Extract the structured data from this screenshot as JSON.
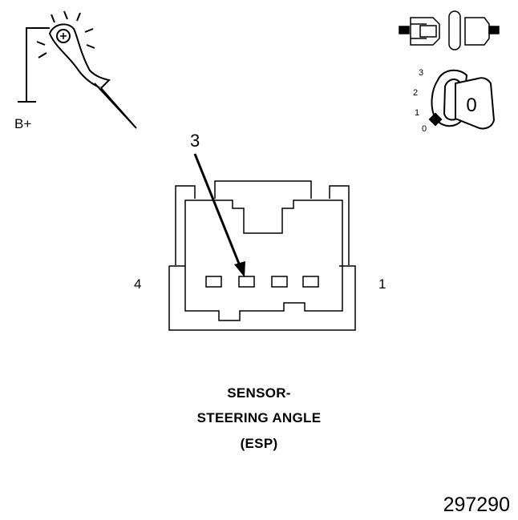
{
  "probe": {
    "supply_label": "B+",
    "icon": "test-light-probe-icon"
  },
  "ignition": {
    "connector_icon": "disconnected-connector-icon",
    "key_icon": "ignition-key-icon",
    "key_label": "0",
    "positions": [
      "3",
      "2",
      "1",
      "0"
    ]
  },
  "connector": {
    "pin_callout": "3",
    "left_pin_label": "4",
    "right_pin_label": "1",
    "cavity_count": 4
  },
  "caption": {
    "line1": "SENSOR-",
    "line2": "STEERING ANGLE",
    "line3": "(ESP)"
  },
  "figure_number": "297290"
}
